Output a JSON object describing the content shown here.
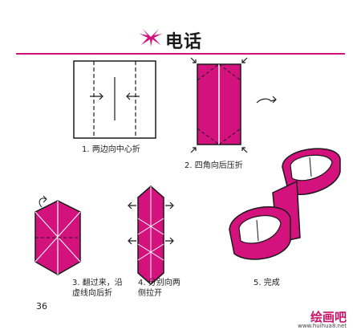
{
  "title": "电话",
  "page_number": "36",
  "steps": [
    {
      "label": "1. 两边向中心折"
    },
    {
      "label": "2. 四角向后压折"
    },
    {
      "label": "3. 翻过来，沿\n虚线向后折"
    },
    {
      "label": "4. 分别向两\n侧拉开"
    },
    {
      "label": "5. 完成"
    }
  ],
  "watermark": {
    "brand": "绘画吧",
    "url": "www.huihua8.net"
  },
  "colors": {
    "pink": "#d4127e",
    "outline": "#1a1a1a"
  }
}
